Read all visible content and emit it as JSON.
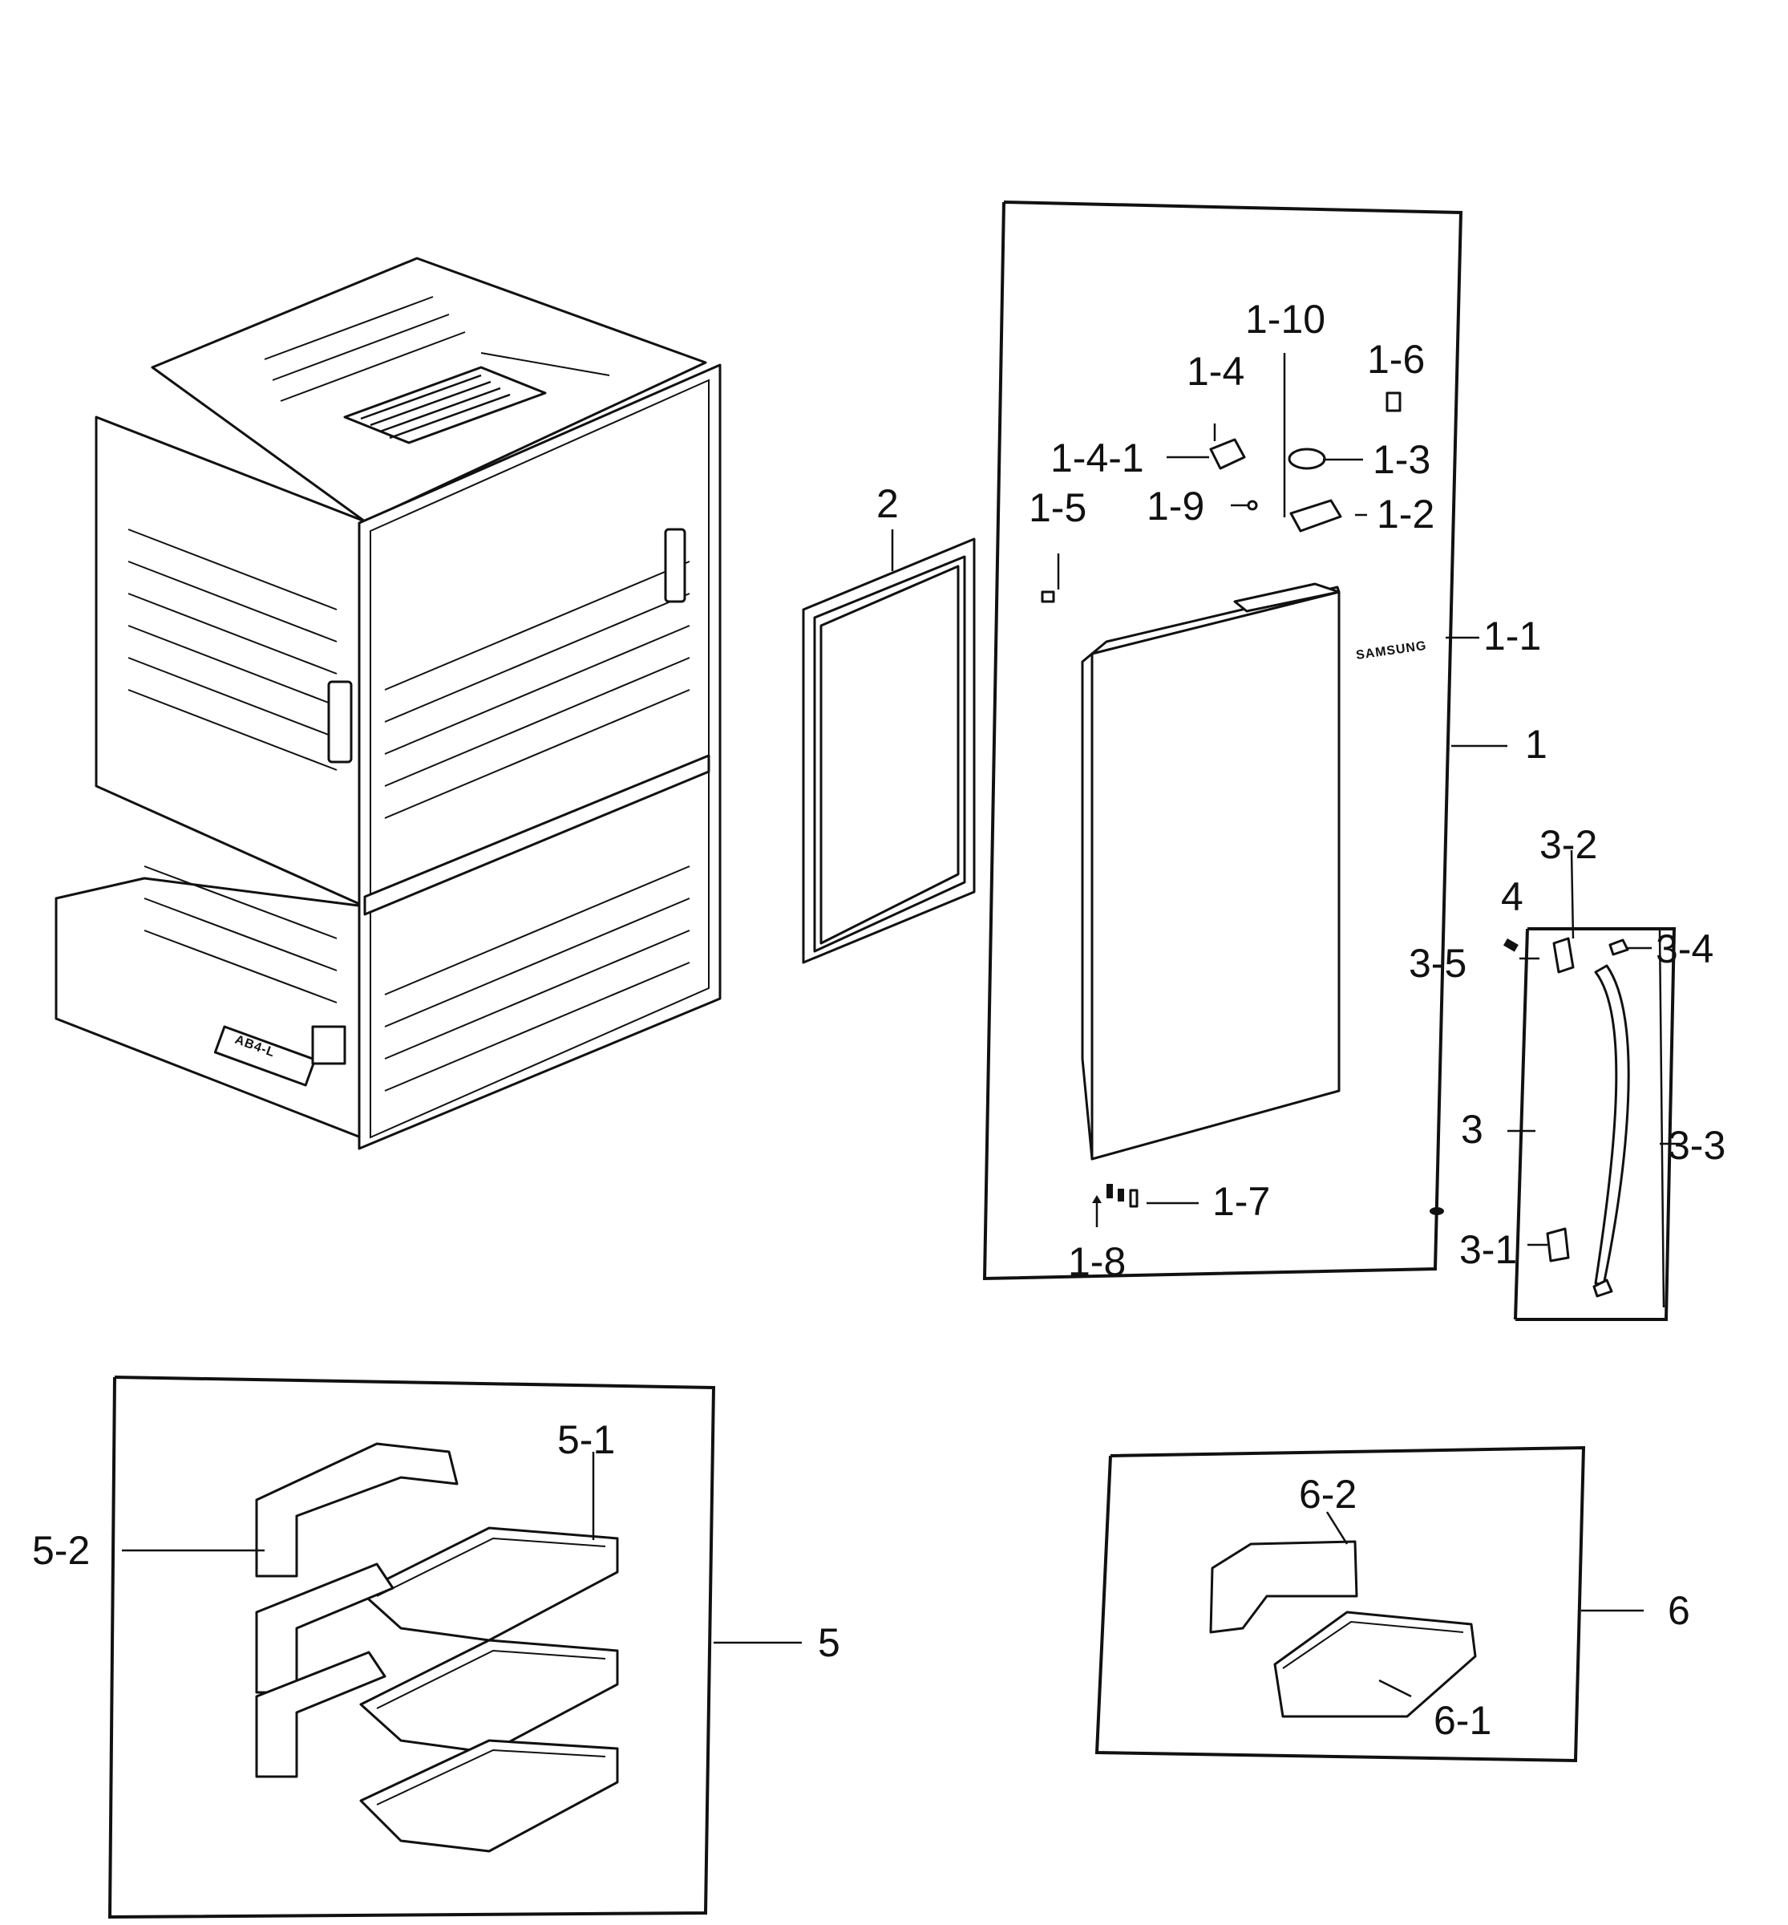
{
  "diagram": {
    "callouts": {
      "door_assembly": "1",
      "door_gasket": "2",
      "handle_assembly": "3",
      "handle_screw": "4",
      "door_bins": "5",
      "bottom_bin": "6",
      "logo_badge": "1-1",
      "upper_hinge": "1-2",
      "hinge_cap": "1-3",
      "hinge_bracket": "1-4",
      "hinge_bracket_screw": "1-4-1",
      "door_stopper": "1-5",
      "hinge_pin": "1-6",
      "lower_hinge_parts": "1-7",
      "door_screw": "1-8",
      "hinge_screw": "1-9",
      "hinge_spring": "1-10",
      "handle_base_lower": "3-1",
      "handle_base_upper": "3-2",
      "handle_bar": "3-3",
      "handle_cap": "3-4",
      "handle_set_screw": "3-5",
      "bin_guard": "5-1",
      "bin_divider": "5-2",
      "bottom_bin_guard": "6-1",
      "bottom_bin_divider": "6-2"
    },
    "logo_text": "SAMSUNG",
    "cabinet_plate_text": "AB4-L"
  }
}
